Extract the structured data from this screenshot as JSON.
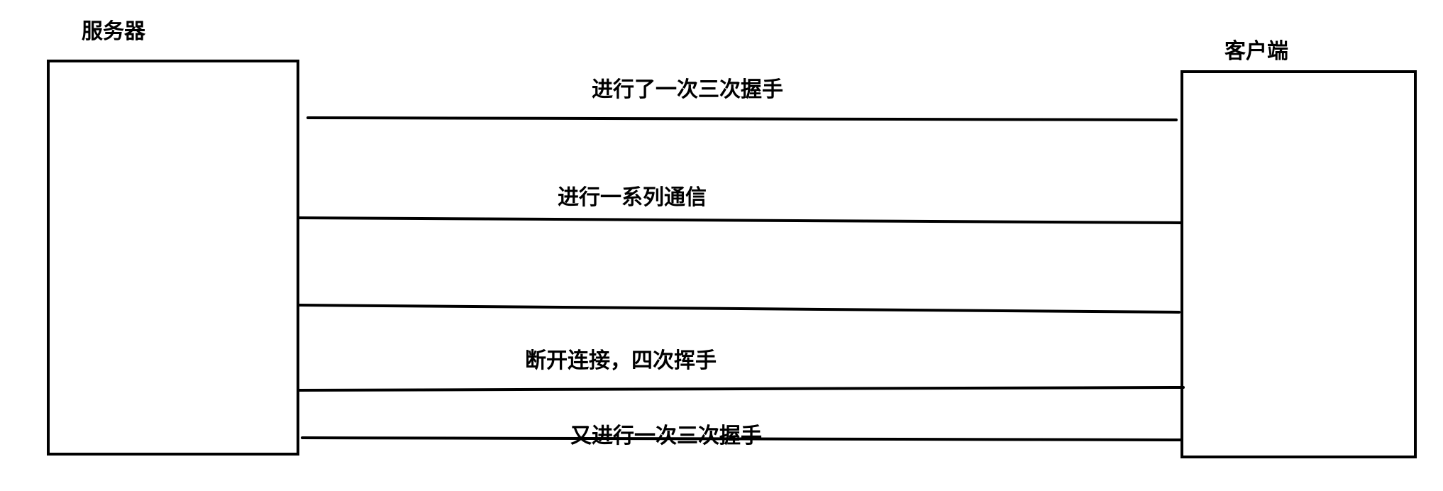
{
  "nodes": {
    "server": {
      "label": "服务器"
    },
    "client": {
      "label": "客户端"
    }
  },
  "messages": [
    {
      "label": "进行了一次三次握手"
    },
    {
      "label": "进行一系列通信"
    },
    {
      "label": ""
    },
    {
      "label": "断开连接，四次挥手"
    },
    {
      "label": "又进行一次三次握手"
    }
  ]
}
